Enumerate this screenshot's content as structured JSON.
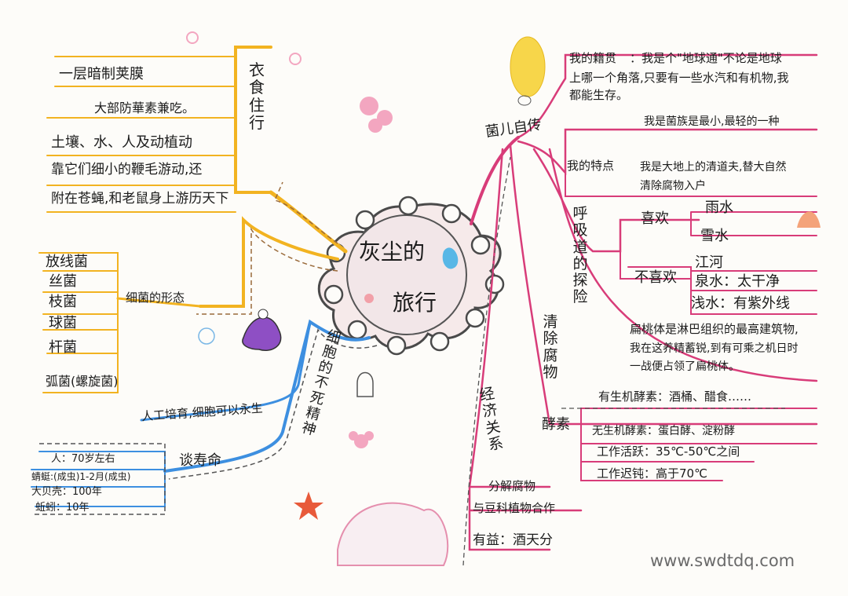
{
  "center": {
    "line1": "灰尘的",
    "line2": "旅行"
  },
  "colors": {
    "yellow": "#f2b321",
    "pink": "#d83c79",
    "blue": "#3d8fe0",
    "outline": "#4a4a4a",
    "brown": "#9a6a3a"
  },
  "branches": {
    "yishizhuxing": {
      "label": "衣食住行",
      "leaves": [
        "一层暗制荚膜",
        "大部防華素兼吃。",
        "土壤、水、人及动植动",
        "靠它们细小的鞭毛游动,还",
        "附在苍蝇,和老鼠身上游历天下"
      ]
    },
    "xijun_xingtai": {
      "label": "细菌的形态",
      "leaves": [
        "放线菌",
        "丝菌",
        "枝菌",
        "球菌",
        "杆菌",
        "弧菌(螺旋菌)"
      ]
    },
    "xibao": {
      "label": "细胞的不死精神",
      "leaf": "人工培育,细胞可以永生"
    },
    "tanshouming": {
      "label": "谈寿命",
      "leaves": [
        "人：70岁左右",
        "蜻蜓:(成虫)1-2月(成虫)",
        "大贝壳：100年",
        "蚯蚓：10年"
      ]
    },
    "junerzizhuan": {
      "label": "菌儿自传",
      "jiguan": {
        "label": "我的籍贯",
        "text1": "：我是个\"地球通\"不论是地球",
        "text2": "上哪一个角落,只要有一些水汽和有机物,我",
        "text3": "都能生存。"
      },
      "tedian": {
        "label": "我的特点",
        "text1": "我是菌族是最小,最轻的一种",
        "text2": "我是大地上的清道夫,替大自然",
        "text3": "清除腐物入户"
      }
    },
    "huxidao": {
      "label": "呼吸道的探险",
      "ai": {
        "label": "喜欢",
        "items": [
          "雨水",
          "雪水"
        ]
      },
      "buai": {
        "label": "不喜欢",
        "items": [
          "江河",
          "泉水：太干净",
          "浅水：有紫外线"
        ]
      },
      "note1": "扁桃体是淋巴组织的最高建筑物,",
      "note2": "我在这养精蓄锐,到有可乘之机日时",
      "note3": "一战便占领了扁桃体。"
    },
    "qingchufuwu": {
      "label": "清除腐物",
      "meisu": {
        "label": "酵素",
        "items": [
          "有生机酵素：酒桶、醋食……",
          "无生机酵素：蛋白酵、淀粉酵",
          "工作活跃：35℃-50℃之间",
          "工作迟钝：高于70℃"
        ]
      }
    },
    "jingji": {
      "label": "经济关系",
      "leaves": [
        "分解腐物",
        "与豆科植物合作",
        "有益：酒天分"
      ]
    }
  },
  "watermark": "www.swdtdq.com"
}
